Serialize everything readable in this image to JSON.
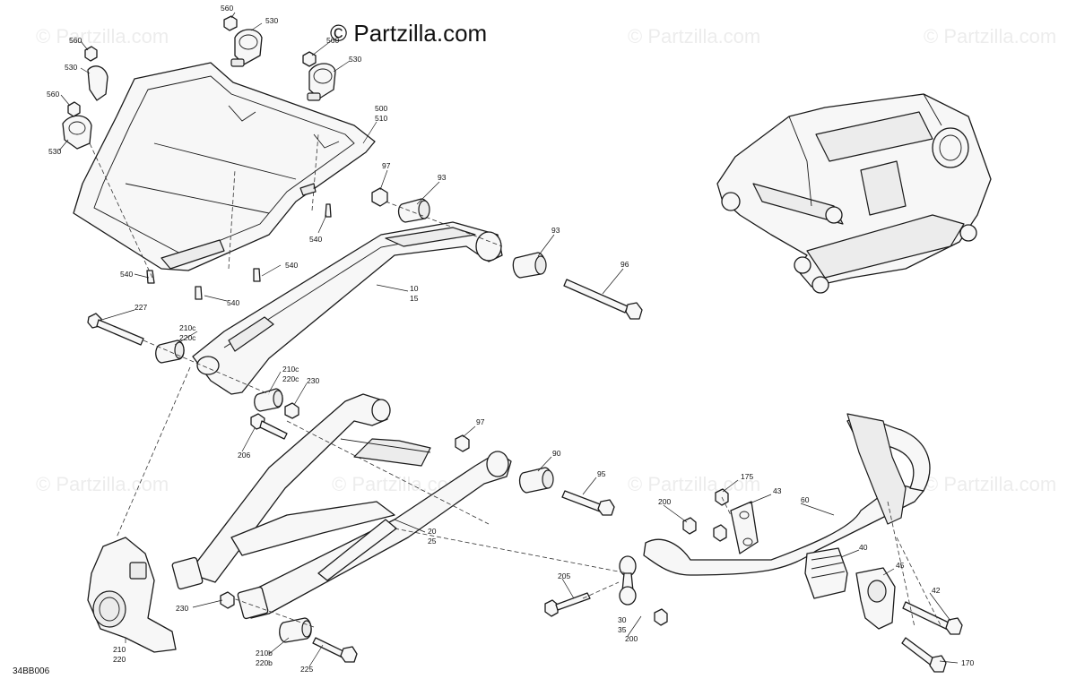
{
  "watermark": {
    "text": "© Partzilla.com",
    "repeat_text": "© Partzilla.com"
  },
  "diagram_code": "34BB006",
  "callouts": [
    {
      "id": "c560a",
      "text": "560"
    },
    {
      "id": "c530a",
      "text": "530"
    },
    {
      "id": "c560b",
      "text": "560"
    },
    {
      "id": "c530b",
      "text": "530"
    },
    {
      "id": "c560c",
      "text": "560"
    },
    {
      "id": "c530c",
      "text": "530"
    },
    {
      "id": "c560d",
      "text": "560"
    },
    {
      "id": "c530d",
      "text": "530"
    },
    {
      "id": "c500",
      "text": "500"
    },
    {
      "id": "c510",
      "text": "510"
    },
    {
      "id": "c540a",
      "text": "540"
    },
    {
      "id": "c540b",
      "text": "540"
    },
    {
      "id": "c540c",
      "text": "540"
    },
    {
      "id": "c540d",
      "text": "540"
    },
    {
      "id": "c97a",
      "text": "97"
    },
    {
      "id": "c93a",
      "text": "93"
    },
    {
      "id": "c93b",
      "text": "93"
    },
    {
      "id": "c96",
      "text": "96"
    },
    {
      "id": "c10",
      "text": "10"
    },
    {
      "id": "c15",
      "text": "15"
    },
    {
      "id": "c227",
      "text": "227"
    },
    {
      "id": "c210c_a",
      "text": "210c"
    },
    {
      "id": "c220c_a",
      "text": "220c"
    },
    {
      "id": "c210c_b",
      "text": "210c"
    },
    {
      "id": "c220c_b",
      "text": "220c"
    },
    {
      "id": "c230a",
      "text": "230"
    },
    {
      "id": "c206",
      "text": "206"
    },
    {
      "id": "c97b",
      "text": "97"
    },
    {
      "id": "c90",
      "text": "90"
    },
    {
      "id": "c95",
      "text": "95"
    },
    {
      "id": "c20",
      "text": "20"
    },
    {
      "id": "c25",
      "text": "25"
    },
    {
      "id": "c175",
      "text": "175"
    },
    {
      "id": "c43",
      "text": "43"
    },
    {
      "id": "c200a",
      "text": "200"
    },
    {
      "id": "c60",
      "text": "60"
    },
    {
      "id": "c40",
      "text": "40"
    },
    {
      "id": "c45",
      "text": "45"
    },
    {
      "id": "c42",
      "text": "42"
    },
    {
      "id": "c205",
      "text": "205"
    },
    {
      "id": "c30",
      "text": "30"
    },
    {
      "id": "c35",
      "text": "35"
    },
    {
      "id": "c200b",
      "text": "200"
    },
    {
      "id": "c170",
      "text": "170"
    },
    {
      "id": "c230b",
      "text": "230"
    },
    {
      "id": "c210",
      "text": "210"
    },
    {
      "id": "c220",
      "text": "220"
    },
    {
      "id": "c210b",
      "text": "210b"
    },
    {
      "id": "c220b",
      "text": "220b"
    },
    {
      "id": "c225",
      "text": "225"
    }
  ]
}
